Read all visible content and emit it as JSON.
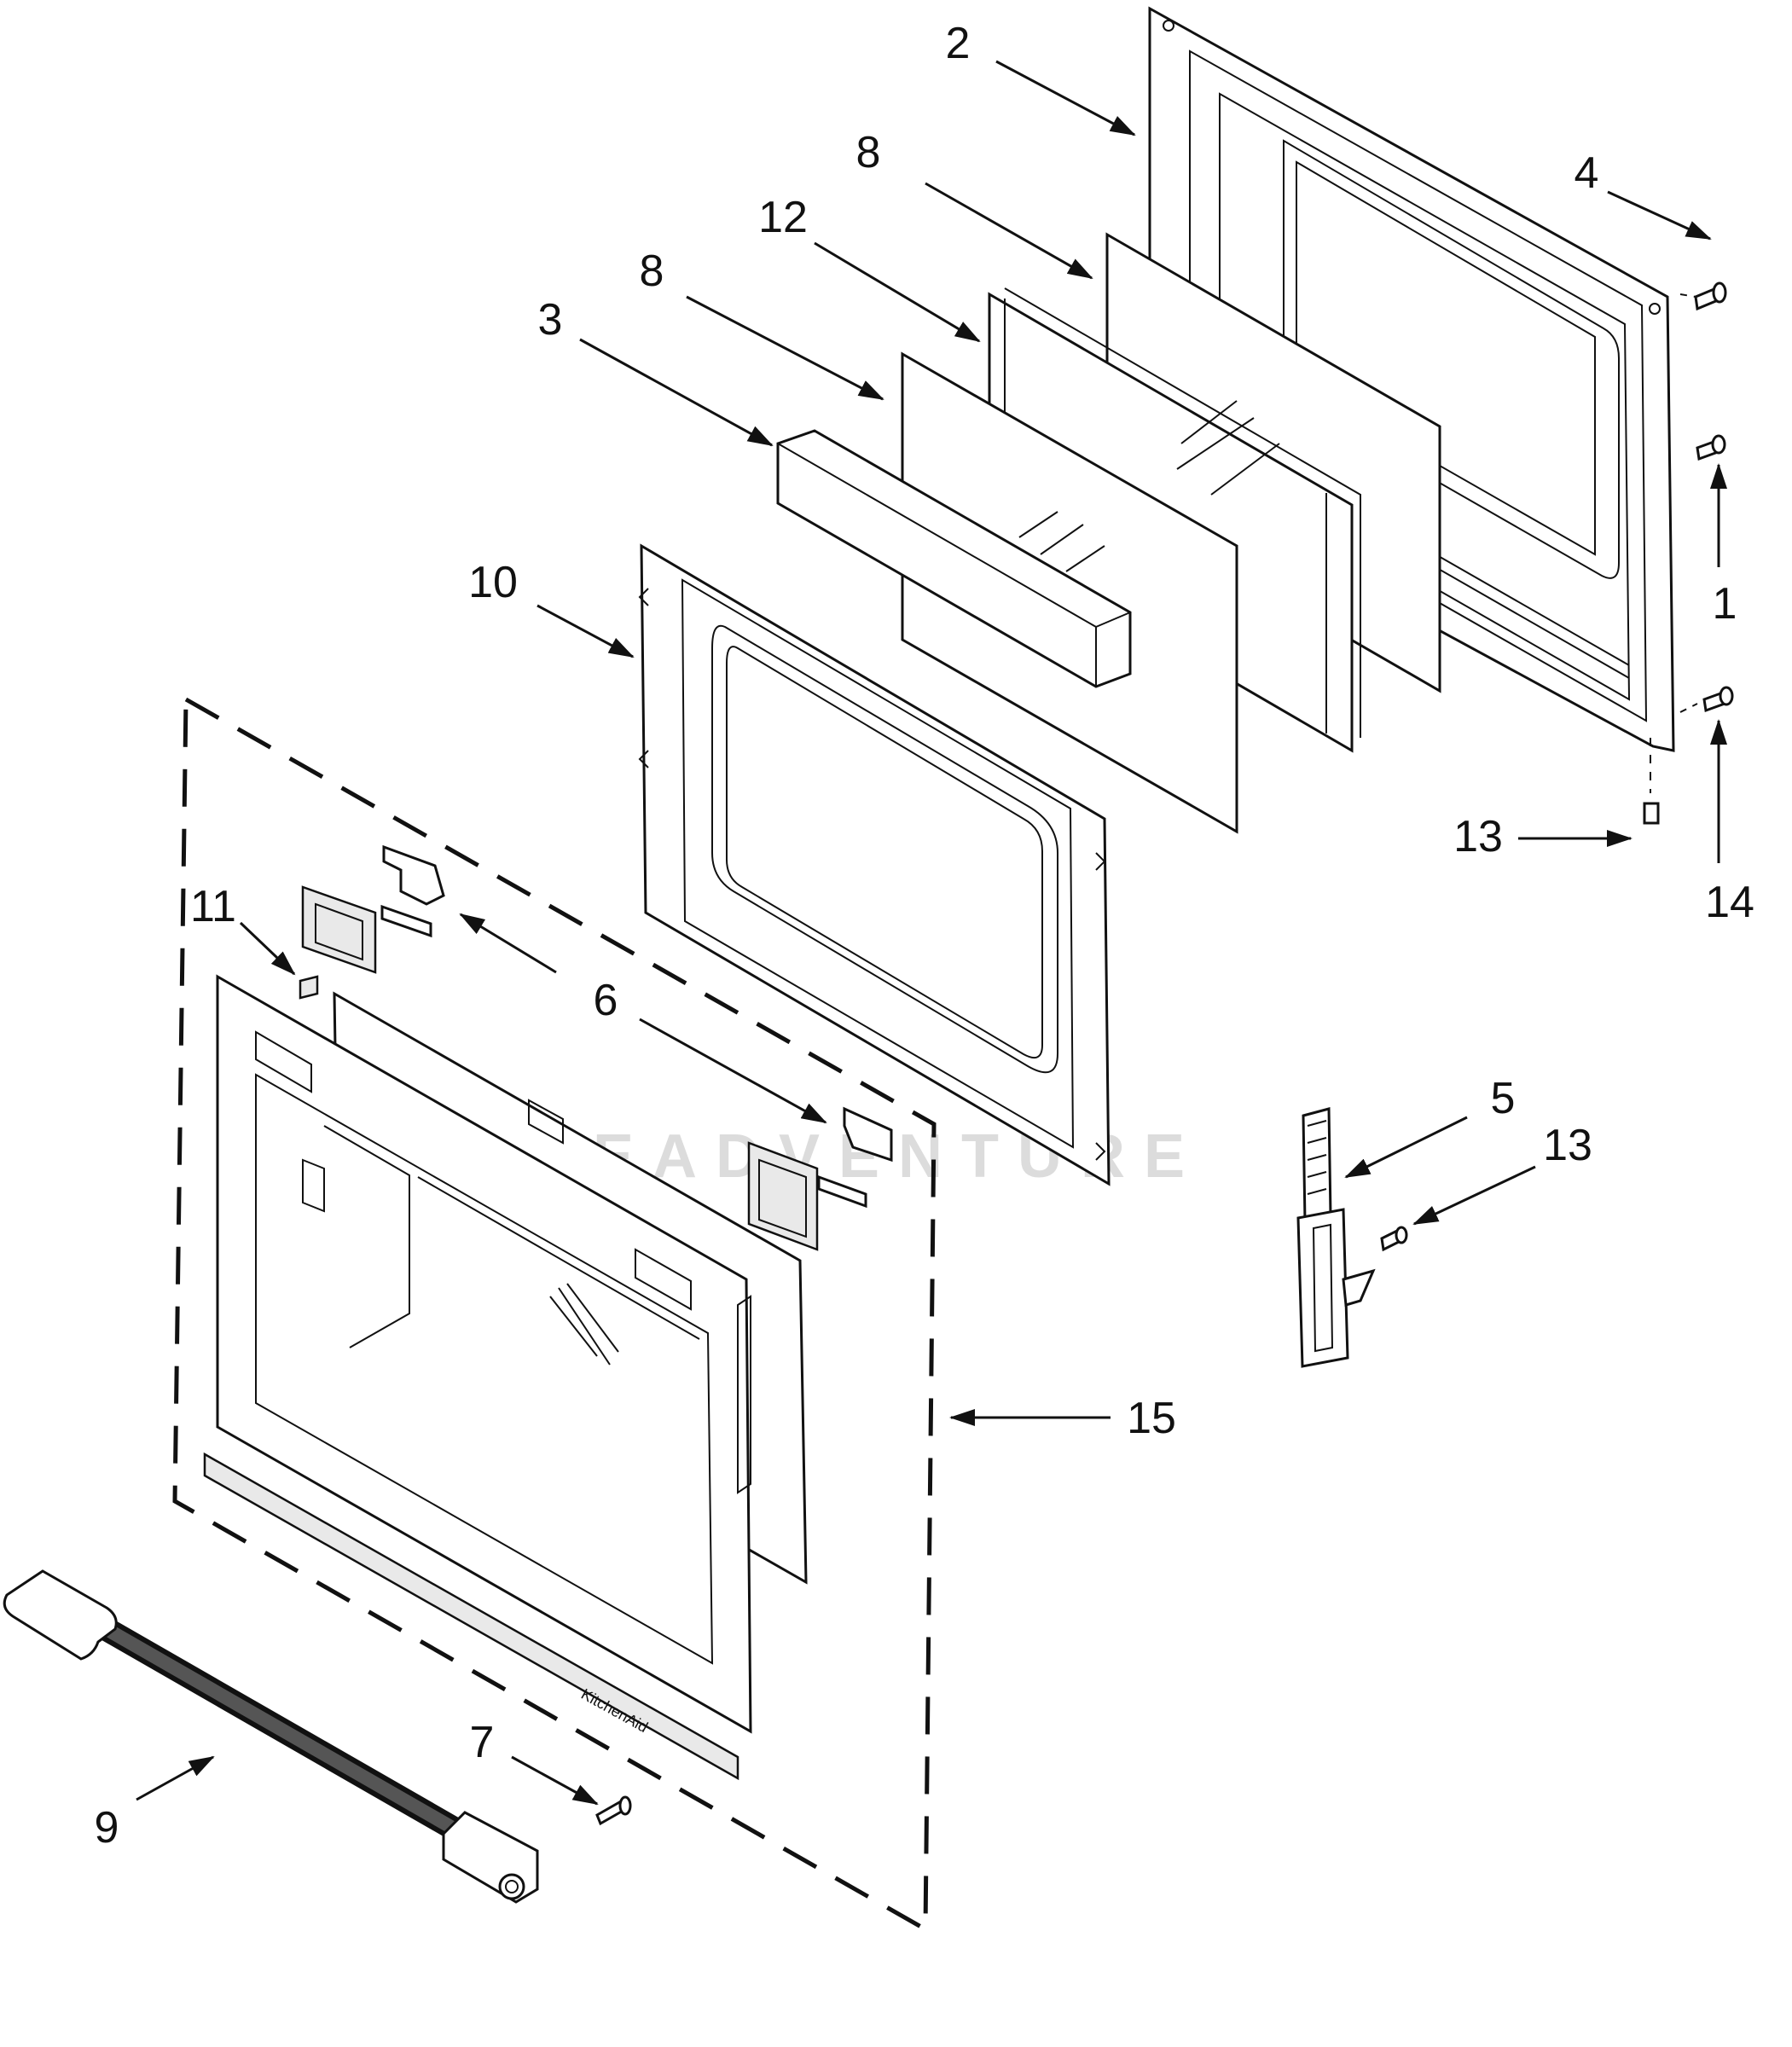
{
  "watermark": "LEADVENTURE",
  "callouts": [
    {
      "id": "1",
      "label": "1"
    },
    {
      "id": "2",
      "label": "2"
    },
    {
      "id": "3",
      "label": "3"
    },
    {
      "id": "4",
      "label": "4"
    },
    {
      "id": "5",
      "label": "5"
    },
    {
      "id": "6",
      "label": "6"
    },
    {
      "id": "7",
      "label": "7"
    },
    {
      "id": "8a",
      "label": "8"
    },
    {
      "id": "8b",
      "label": "8"
    },
    {
      "id": "9",
      "label": "9"
    },
    {
      "id": "10",
      "label": "10"
    },
    {
      "id": "11",
      "label": "11"
    },
    {
      "id": "12",
      "label": "12"
    },
    {
      "id": "13a",
      "label": "13"
    },
    {
      "id": "13b",
      "label": "13"
    },
    {
      "id": "14",
      "label": "14"
    },
    {
      "id": "15",
      "label": "15"
    }
  ],
  "handle_logo": "KitchenAid"
}
